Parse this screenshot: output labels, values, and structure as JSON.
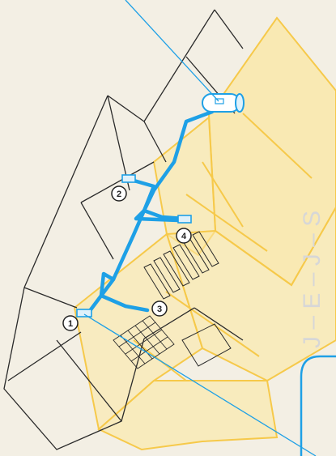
{
  "callouts": [
    {
      "label": "1"
    },
    {
      "label": "2"
    },
    {
      "label": "3"
    },
    {
      "label": "4"
    }
  ],
  "side_text": "J – E – J – S",
  "colors": {
    "pipe": "#1ea0e6",
    "wall_yellow": "#f6c94a",
    "wall_fill": "#fbe7a3",
    "line": "#2a2a2a",
    "background": "#f3efe4"
  }
}
